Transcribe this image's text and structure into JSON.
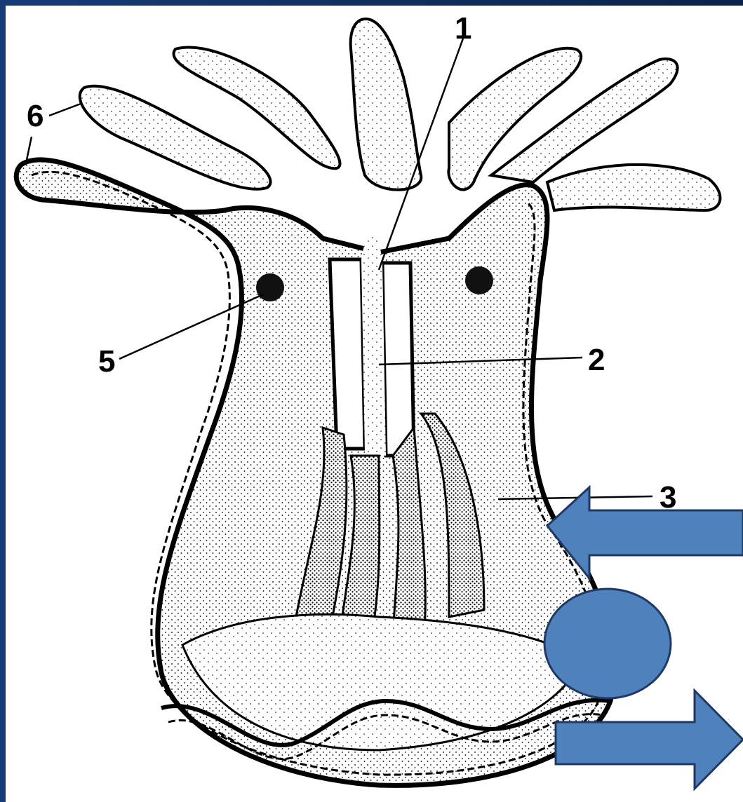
{
  "diagram": {
    "labels": [
      "1",
      "2",
      "3",
      "5",
      "6"
    ]
  },
  "colors": {
    "background": "#0d2a56",
    "drawing_bg": "#ffffff",
    "ink": "#000000",
    "overlay_fill": "#4f81bd",
    "overlay_stroke": "#1f3864"
  },
  "overlays": [
    {
      "shape": "left-arrow"
    },
    {
      "shape": "ellipse"
    },
    {
      "shape": "right-arrow"
    }
  ]
}
